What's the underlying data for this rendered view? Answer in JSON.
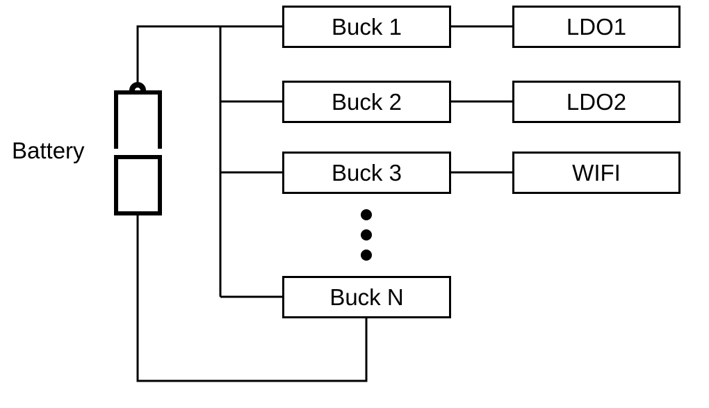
{
  "diagram": {
    "type": "block-diagram",
    "subject": "battery powering multiple buck converters with downstream loads",
    "colors": {
      "background": "#ffffff",
      "line": "#000000",
      "box_fill": "#ffffff",
      "text": "#000000"
    },
    "battery": {
      "label": "Battery",
      "symbol": "two-cell-battery-with-top-terminal"
    },
    "buck_nodes": [
      {
        "label": "Buck 1"
      },
      {
        "label": "Buck 2"
      },
      {
        "label": "Buck 3"
      },
      {
        "label": "Buck N"
      }
    ],
    "load_nodes": [
      {
        "label": "LDO1"
      },
      {
        "label": "LDO2"
      },
      {
        "label": "WIFI"
      }
    ],
    "ellipsis": {
      "style": "vertical-dots",
      "dot_count": 3
    },
    "connections": [
      {
        "from": "Battery",
        "to": "Buck 1"
      },
      {
        "from": "Battery",
        "to": "Buck 2"
      },
      {
        "from": "Battery",
        "to": "Buck 3"
      },
      {
        "from": "Battery",
        "to": "Buck N"
      },
      {
        "from": "Buck 1",
        "to": "LDO1"
      },
      {
        "from": "Buck 2",
        "to": "LDO2"
      },
      {
        "from": "Buck 3",
        "to": "WIFI"
      },
      {
        "from": "Buck N",
        "to": "Battery",
        "note": "return path along bottom"
      }
    ]
  }
}
